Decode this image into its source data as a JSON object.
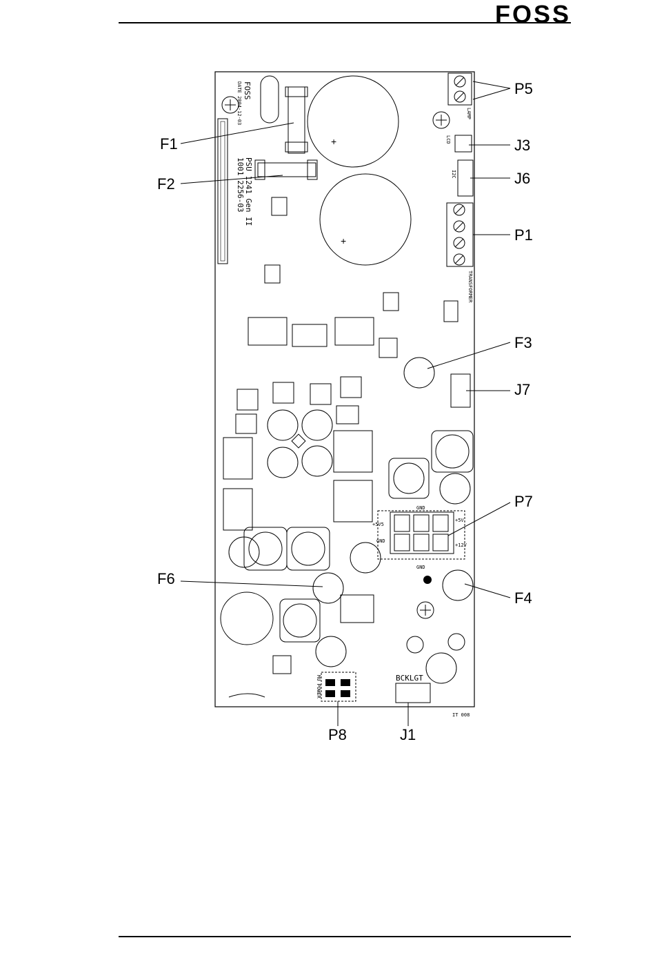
{
  "header": {
    "logo_text": "FOSS"
  },
  "board": {
    "silkscreen": {
      "brand": "FOSS",
      "date": "DATE 2004-12-03",
      "psu": "PSU 1241 Gen II",
      "part": "1001 2256-03",
      "lamp": "LAMP",
      "lcd": "LCD",
      "i2c": "I2C",
      "transformer": "TRANSFORMER",
      "backlight": "BCKLGT",
      "mu_power": "MU POWER",
      "image_id": "IT 008",
      "p7_pins": {
        "gnd_top": "GND",
        "plus5v": "+5V",
        "plus5v5": "+5V5",
        "gnd_left": "GND",
        "plus12v": "+12V",
        "gnd_bottom": "GND"
      }
    },
    "callouts": {
      "P5": "P5",
      "J3": "J3",
      "J6": "J6",
      "P1": "P1",
      "F3": "F3",
      "J7": "J7",
      "P7": "P7",
      "F4": "F4",
      "F6": "F6",
      "F1": "F1",
      "F2": "F2",
      "P8": "P8",
      "J1": "J1"
    }
  }
}
